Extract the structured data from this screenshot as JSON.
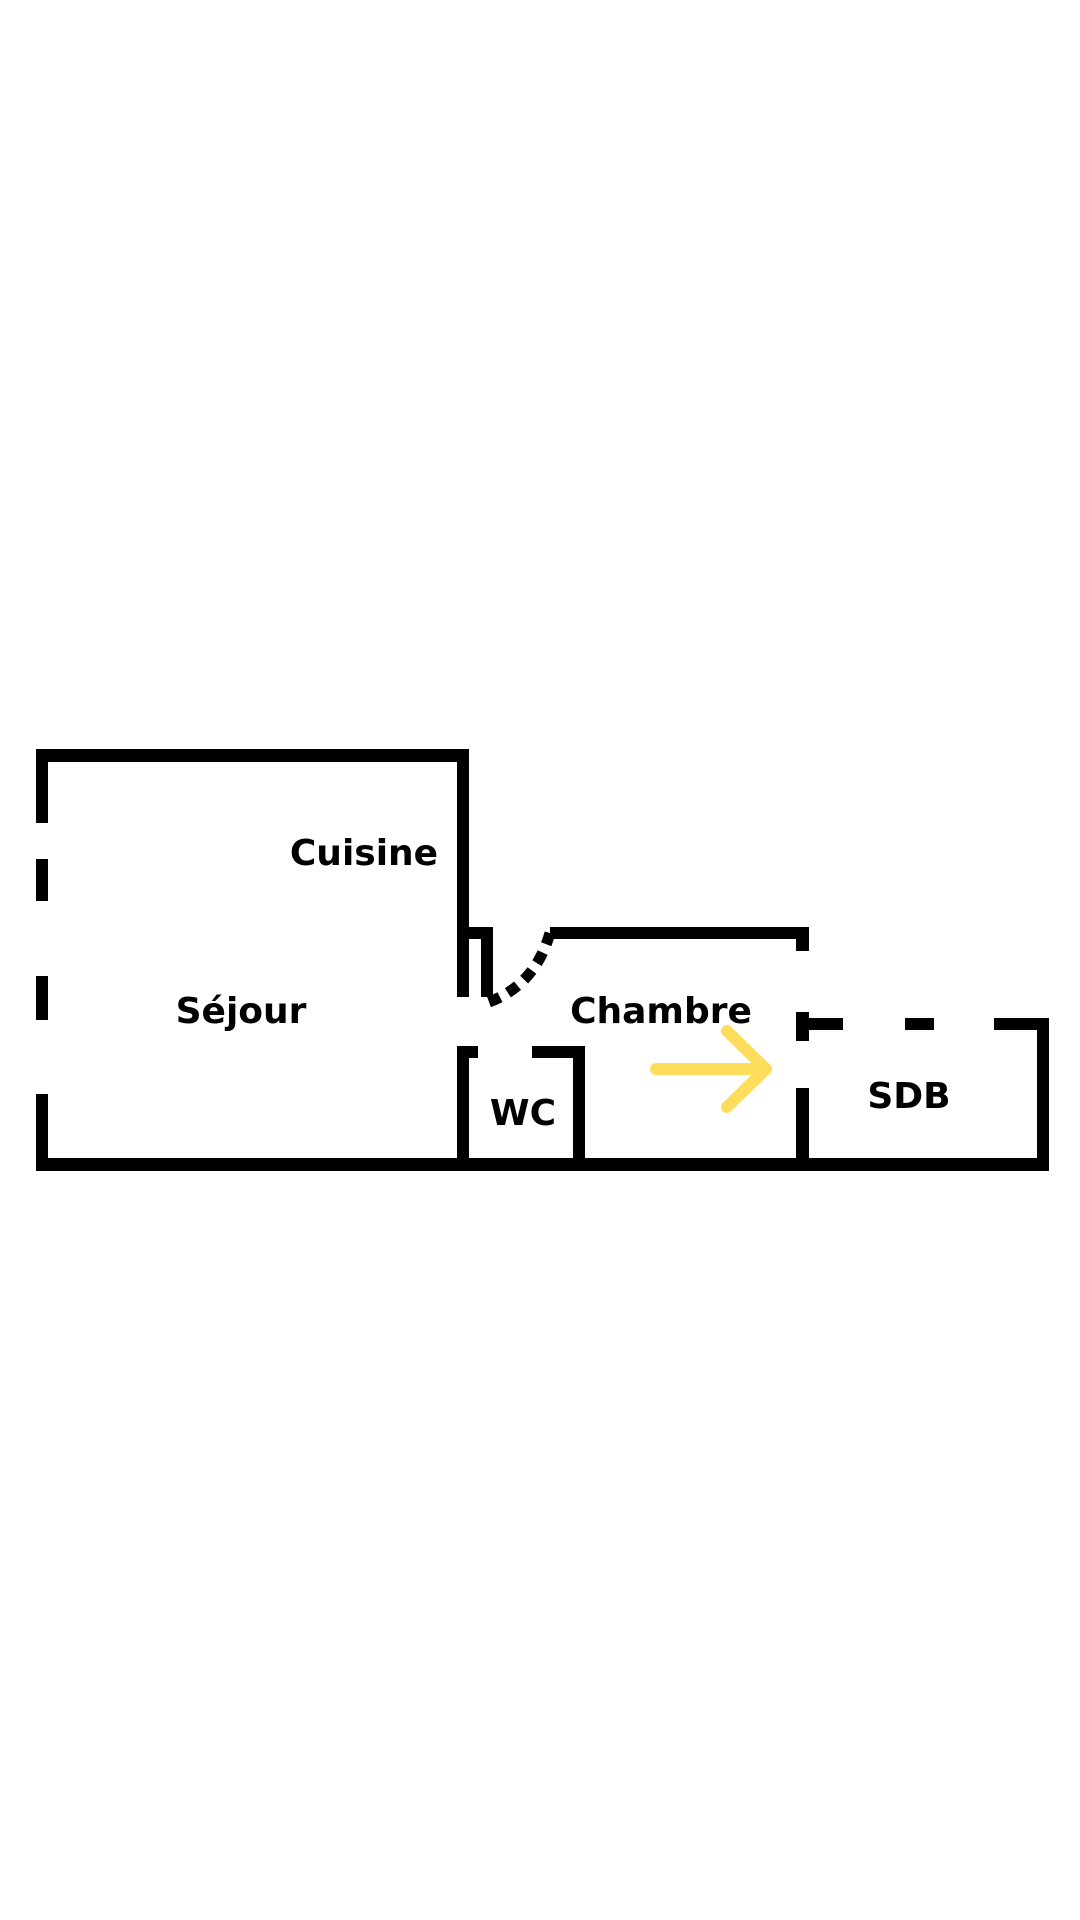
{
  "floorplan": {
    "rooms": {
      "cuisine": "Cuisine",
      "sejour": "Séjour",
      "chambre": "Chambre",
      "wc": "WC",
      "sdb": "SDB"
    },
    "colors": {
      "wall": "#000000",
      "arrow": "#FFDD5C",
      "background": "#FFFFFF"
    },
    "icons": [
      "arrow-right-icon"
    ]
  }
}
